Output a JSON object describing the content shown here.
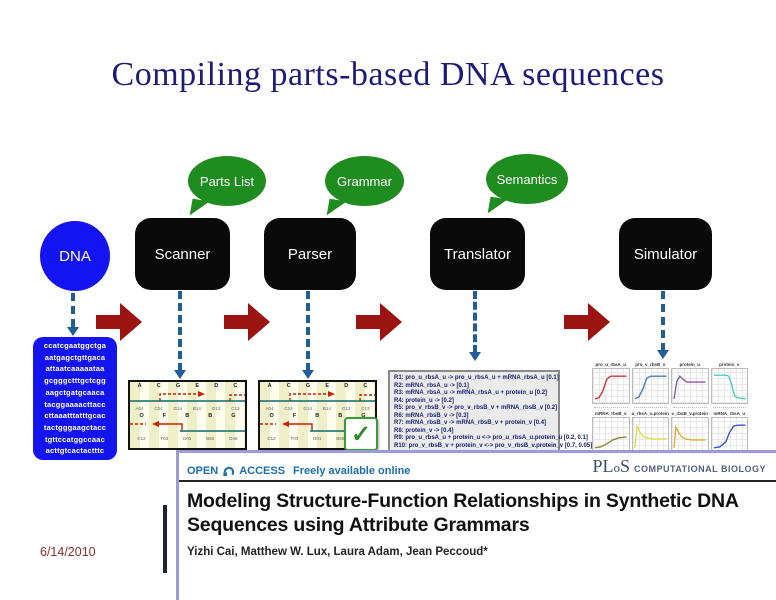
{
  "slide": {
    "title": "Compiling parts-based DNA sequences",
    "date": "6/14/2010"
  },
  "colors": {
    "title_navy": "#1e1b78",
    "bubble_green": "#1f8c1f",
    "box_black": "#0a0a0a",
    "dna_blue": "#1414f0",
    "arrow_red": "#9b1412",
    "dashed_blue": "#1f5f96",
    "date_red": "#8b2e2e",
    "teal_track": "#2e7d7d",
    "red_track": "#cc2200",
    "check_green": "#2e8b2e",
    "open_access_blue": "#1a6fad",
    "plos_slate": "#3d4f66"
  },
  "pipeline": {
    "dna_label": "DNA",
    "stages": [
      {
        "label": "Scanner",
        "bubble": "Parts List"
      },
      {
        "label": "Parser",
        "bubble": "Grammar"
      },
      {
        "label": "Translator",
        "bubble": "Semantics"
      },
      {
        "label": "Simulator",
        "bubble": ""
      }
    ]
  },
  "dna_sequence": {
    "lines": [
      "ccatcgaatggctga",
      "aatgagctgttgaca",
      "attaatcaaaaataa",
      "gcgggctttgctcgg",
      "aagctgatgcaaca",
      "tacggaaaacttacc",
      "cttaaatttatttgcac",
      "tactgggaagctacc",
      "tgttccatggccaac",
      "acttgtcactactttc"
    ]
  },
  "parts_figure": {
    "row1_letters": [
      "A",
      "C",
      "G",
      "E",
      "D",
      "C"
    ],
    "row1_labels": [
      "A04",
      "C04",
      "G14",
      "B14",
      "G13",
      "C13"
    ],
    "row2_letters": [
      "O",
      "F",
      "B",
      "B",
      "G"
    ],
    "row2_labels": [
      "C12",
      "F03",
      "D01",
      "B60",
      "O48"
    ],
    "checkmark": "✓"
  },
  "reactions": {
    "lines": [
      "R1: pro_u_rbsA_u -> pro_u_rbsA_u + mRNA_rbsA_u [0.1]",
      "R2: mRNA_rbsA_u -> [0.1]",
      "R3: mRNA_rbsA_u -> mRNA_rbsA_u + protein_u [0.2]",
      "R4: protein_u -> [0.2]",
      "R5: pro_v_rbsB_v -> pro_v_rbsB_v + mRNA_rbsB_v [0.2]",
      "R6: mRNA_rbsB_v -> [0.3]",
      "R7: mRNA_rbsB_v -> mRNA_rbsB_v + protein_v [0.4]",
      "R8: protein_v -> [0.4]",
      "R9: pro_u_rbsA_u + protein_u <-> pro_u_rbsA_u.protein_u [0.2, 0.1]",
      "R10: pro_v_rbsB_v + protein_v <-> pro_v_rbsB_v.protein_v [0.7, 0.05]"
    ]
  },
  "simulator": {
    "charts": [
      {
        "title": "pro_u_rbsA_u",
        "color": "#cc3333"
      },
      {
        "title": "pro_v_rbsB_v",
        "color": "#4477bb"
      },
      {
        "title": "protein_u",
        "color": "#8855aa"
      },
      {
        "title": "protein_v",
        "color": "#44cccc"
      },
      {
        "title": "mRNA_rbsB_v",
        "color": "#888833"
      },
      {
        "title": "u_rbsA_u.protein",
        "color": "#dddd44"
      },
      {
        "title": "v_rbsB_v.protein",
        "color": "#ddaa33"
      },
      {
        "title": "mRNA_rbsA_u",
        "color": "#3355cc"
      }
    ]
  },
  "paper": {
    "open": "OPEN",
    "access": "ACCESS",
    "freely": "Freely available online",
    "logo": {
      "pl": "PL",
      "o": "o",
      "s": "S",
      "journal": "COMPUTATIONAL BIOLOGY"
    },
    "title": "Modeling Structure-Function Relationships in Synthetic DNA Sequences using Attribute Grammars",
    "authors": "Yizhi Cai, Matthew W. Lux, Laura Adam, Jean Peccoud*"
  }
}
